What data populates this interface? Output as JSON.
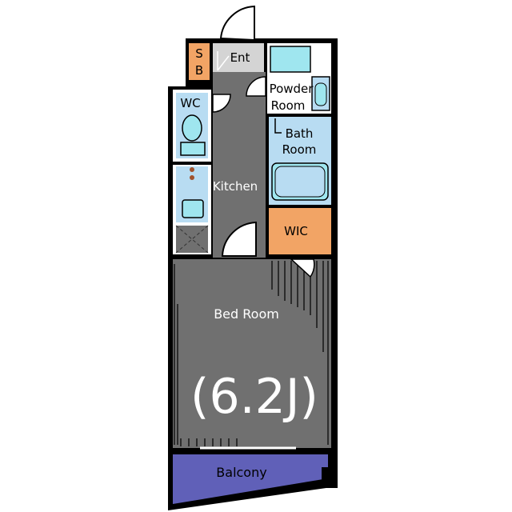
{
  "floorplan": {
    "rooms": {
      "sb_line1": "S",
      "sb_line2": "B",
      "entrance": "Ent",
      "powder_line1": "Powder",
      "powder_line2": "Room",
      "wc": "WC",
      "bath_line1": "Bath",
      "bath_line2": "Room",
      "kitchen": "Kitchen",
      "wic": "WIC",
      "bedroom": "Bed Room",
      "bedroom_size": "(6.2J)",
      "balcony": "Balcony"
    },
    "colors": {
      "floor_gray": "#707070",
      "wall_black": "#000000",
      "fixture_blue": "#b8dcf2",
      "fixture_cyan": "#9fe6ef",
      "storage_orange": "#f2a465",
      "entrance_gray": "#d4d4d4",
      "balcony_purple": "#6060b8"
    }
  }
}
